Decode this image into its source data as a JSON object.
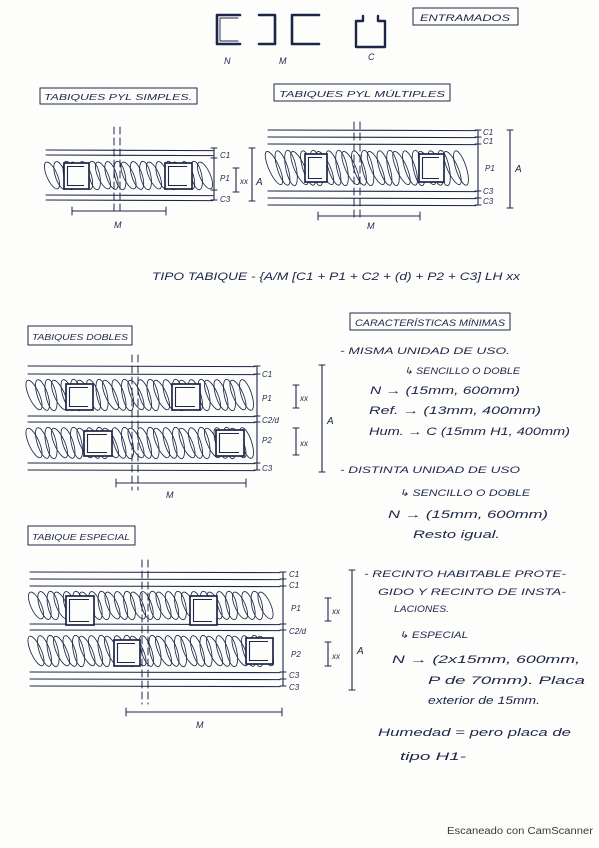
{
  "ink_color": "#1e2648",
  "header": {
    "title_box": "ENTRAMADOS",
    "profiles": [
      {
        "label": "N",
        "icon": "c-profile-icon"
      },
      {
        "label": "M",
        "icon": "double-profile-icon"
      },
      {
        "label": "C",
        "icon": "box-profile-icon"
      }
    ]
  },
  "simple_partition": {
    "title": "TABIQUES PYL SIMPLES.",
    "layer_labels": [
      "C1",
      "P1",
      "C3"
    ],
    "thickness_label": "xx",
    "total_label": "A",
    "module_label": "M"
  },
  "multiple_partition": {
    "title": "TABIQUES PYL MÚLTIPLES",
    "layer_labels": [
      "C1",
      "C1",
      "P1",
      "C3",
      "C3"
    ],
    "total_label": "A",
    "module_label": "M"
  },
  "formula": "TIPO TABIQUE - {A/M [C1 + P1 + C2 + (d) + P2 + C3] LH xx",
  "double_partition": {
    "title": "TABIQUES DOBLES",
    "layer_labels": [
      "C1",
      "P1",
      "C2/d",
      "P2",
      "C3"
    ],
    "thickness_labels": [
      "xx",
      "xx"
    ],
    "total_label": "A",
    "module_label": "M"
  },
  "special_partition": {
    "title": "TABIQUE ESPECIAL",
    "layer_labels": [
      "C1",
      "C1",
      "P1",
      "C2/d",
      "P2",
      "C3",
      "C3"
    ],
    "thickness_labels": [
      "xx",
      "xx"
    ],
    "total_label": "A",
    "module_label": "M"
  },
  "characteristics": {
    "title": "CARACTERÍSTICAS MÍNIMAS",
    "same_use_unit": {
      "heading": "- MISMA UNIDAD DE USO.",
      "type": "↳ SENCILLO O DOBLE",
      "lines": [
        "N → (15mm, 600mm)",
        "Ref. → (13mm, 400mm)",
        "Hum. → C (15mm H1, 400mm)"
      ]
    },
    "different_use_unit": {
      "heading": "- DISTINTA UNIDAD DE USO",
      "type": "↳ SENCILLO O DOBLE",
      "lines": [
        "N → (15mm, 600mm)",
        "Resto igual."
      ]
    },
    "protected_room": {
      "heading_lines": [
        "- RECINTO HABITABLE PROTE-",
        "GIDO Y RECINTO DE INSTA-",
        "LACIONES."
      ],
      "type": "↳ ESPECIAL",
      "lines": [
        "N → (2x15mm, 600mm,",
        "P de 70mm). Placa",
        "exterior de 15mm."
      ],
      "note_lines": [
        "Humedad = pero placa de",
        "tipo H1-"
      ]
    }
  },
  "footer": "Escaneado con CamScanner"
}
